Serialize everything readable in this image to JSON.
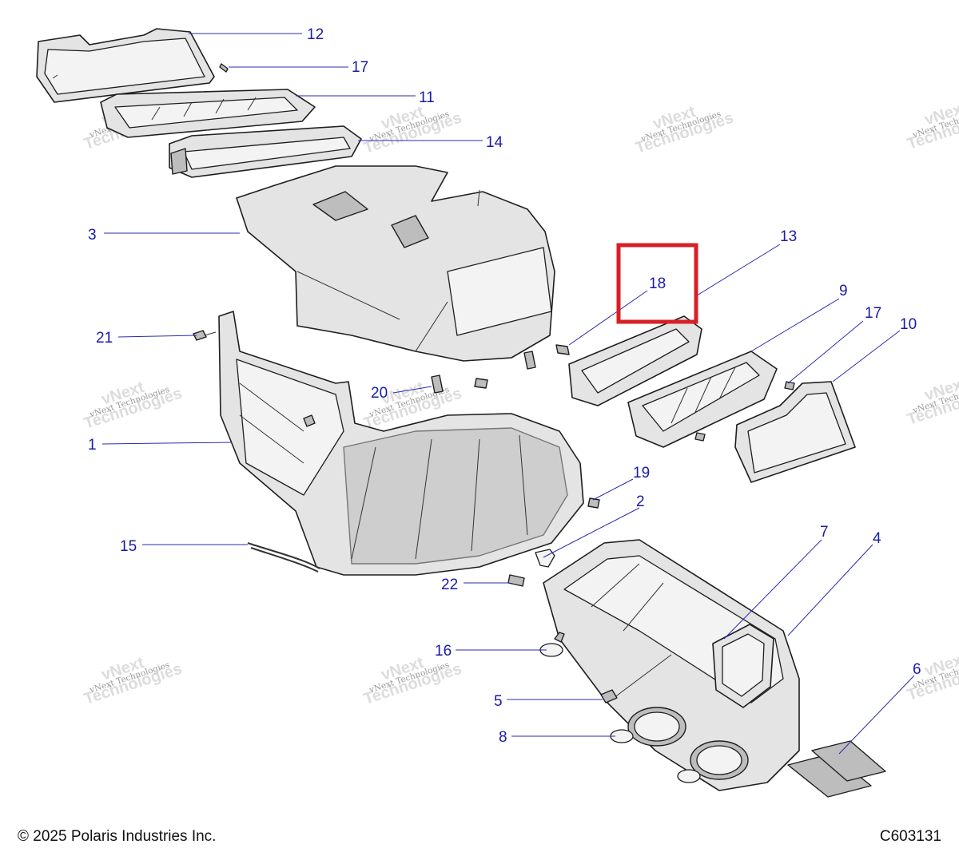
{
  "callouts": [
    {
      "id": "12",
      "label": "12"
    },
    {
      "id": "17a",
      "label": "17"
    },
    {
      "id": "11",
      "label": "11"
    },
    {
      "id": "14",
      "label": "14"
    },
    {
      "id": "3",
      "label": "3"
    },
    {
      "id": "13",
      "label": "13"
    },
    {
      "id": "18",
      "label": "18"
    },
    {
      "id": "9",
      "label": "9"
    },
    {
      "id": "17b",
      "label": "17"
    },
    {
      "id": "10",
      "label": "10"
    },
    {
      "id": "21",
      "label": "21"
    },
    {
      "id": "20",
      "label": "20"
    },
    {
      "id": "1",
      "label": "1"
    },
    {
      "id": "19",
      "label": "19"
    },
    {
      "id": "2",
      "label": "2"
    },
    {
      "id": "7",
      "label": "7"
    },
    {
      "id": "4",
      "label": "4"
    },
    {
      "id": "15",
      "label": "15"
    },
    {
      "id": "22",
      "label": "22"
    },
    {
      "id": "16",
      "label": "16"
    },
    {
      "id": "6",
      "label": "6"
    },
    {
      "id": "5",
      "label": "5"
    },
    {
      "id": "8",
      "label": "8"
    }
  ],
  "highlight": {
    "callout": "18",
    "color": "#d91f26"
  },
  "watermark": {
    "line1": "vNext Technologies",
    "line2": "vNext",
    "line3": "Technologies"
  },
  "footer": {
    "copyright": "© 2025 Polaris Industries Inc.",
    "drawing_number": "C603131"
  },
  "colors": {
    "callout": "#1a1aa8",
    "leader": "#2a2ab0",
    "highlight": "#d91f26"
  }
}
